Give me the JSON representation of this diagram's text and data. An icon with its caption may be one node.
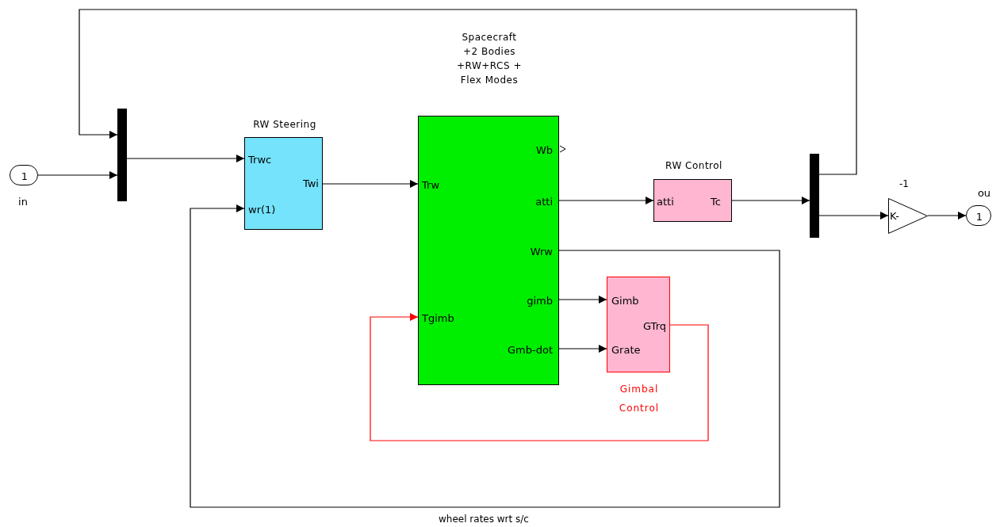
{
  "diagram": {
    "nodes": [
      {
        "text": [
          "1"
        ],
        "beside": [
          "in"
        ]
      },
      {
        "text": [],
        "shape": "bar"
      },
      {
        "text": [
          "RW Steering",
          "Trwc",
          "Twi",
          "wr(1)"
        ]
      },
      {
        "text": [
          "Spacecraft +2 Bodies +RW+RCS + Flex Modes",
          "Trw",
          "Tgimb",
          "Wb",
          "atti",
          "Wrw",
          "gimb",
          "Gmb-dot"
        ]
      },
      {
        "text": [
          "RW Control",
          "atti",
          "Tc"
        ]
      },
      {
        "text": [],
        "shape": "bar"
      },
      {
        "text": [
          "-1",
          "K-"
        ]
      },
      {
        "text": [
          "1"
        ],
        "beside": [
          "ou"
        ]
      },
      {
        "text": [
          "Gimb",
          "GTrq",
          "Grate",
          "Gimbal Control"
        ]
      }
    ],
    "edges": [
      {
        "from": 0,
        "to": 1,
        "arrow": "to"
      },
      {
        "from": 5,
        "to": 1,
        "arrow": "to"
      },
      {
        "from": 1,
        "to": 2,
        "arrow": "to"
      },
      {
        "from": 2,
        "to": 3,
        "arrow": "to"
      },
      {
        "from": 3,
        "to": 4,
        "arrow": "to"
      },
      {
        "from": 4,
        "to": 5,
        "arrow": "to"
      },
      {
        "from": 5,
        "to": 6,
        "arrow": "to"
      },
      {
        "from": 6,
        "to": 7,
        "arrow": "to"
      },
      {
        "from": 3,
        "to": 2,
        "arrow": "to",
        "label": "wheel rates wrt s/c"
      },
      {
        "from": 3,
        "to": 8,
        "arrow": "to"
      },
      {
        "from": 3,
        "to": 8,
        "arrow": "to"
      },
      {
        "from": 8,
        "to": 3,
        "arrow": "to",
        "color": "#ff0000"
      }
    ]
  }
}
